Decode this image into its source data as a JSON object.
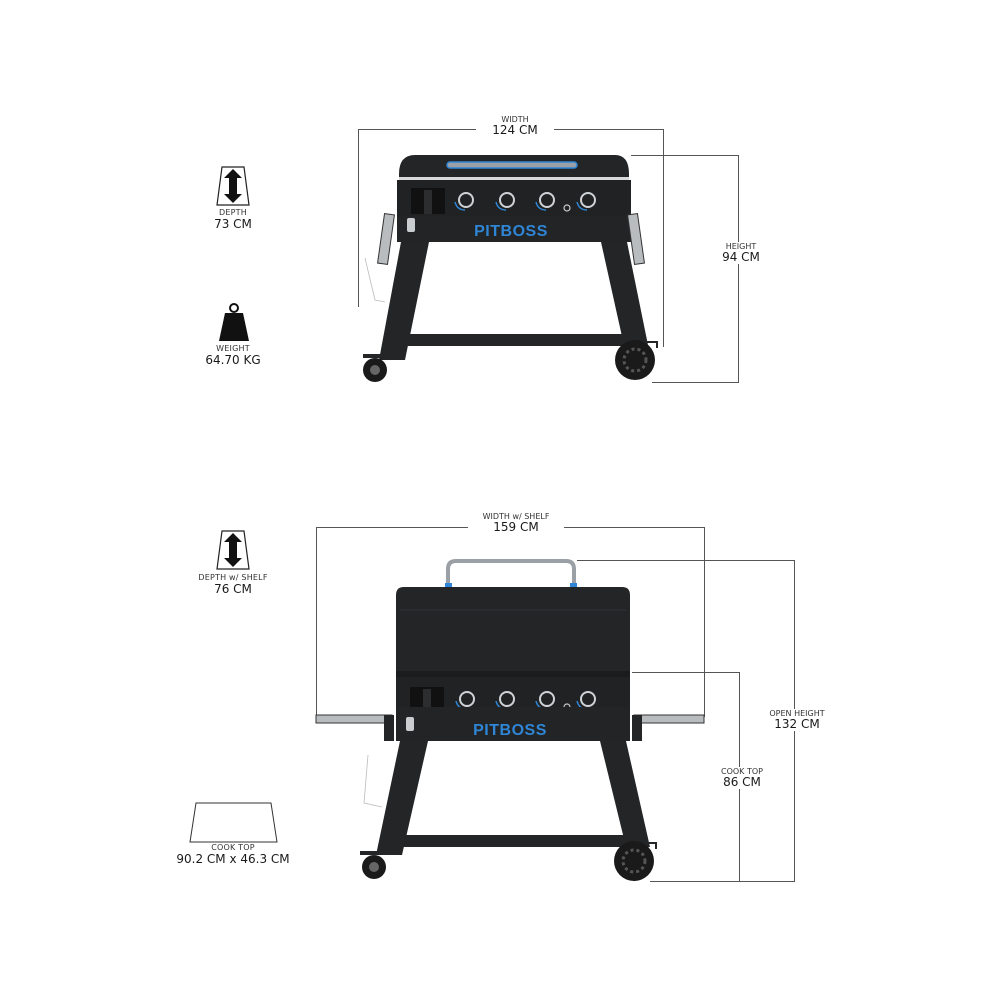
{
  "top_view": {
    "depth": {
      "label": "DEPTH",
      "value": "73 CM",
      "icon": "depth-arrow-icon"
    },
    "weight": {
      "label": "WEIGHT",
      "value": "64.70 KG",
      "icon": "weight-icon"
    },
    "width": {
      "label": "WIDTH",
      "value": "124 CM"
    },
    "height": {
      "label": "HEIGHT",
      "value": "94 CM"
    },
    "brand": "PITBOSS"
  },
  "bottom_view": {
    "depth": {
      "label": "DEPTH w/ SHELF",
      "value": "76 CM",
      "icon": "depth-arrow-icon"
    },
    "cooktop_area": {
      "label": "COOK TOP",
      "value": "90.2 CM x 46.3 CM",
      "icon": "cooktop-outline-icon"
    },
    "width": {
      "label": "WIDTH w/ SHELF",
      "value": "159 CM"
    },
    "open_height": {
      "label": "OPEN HEIGHT",
      "value": "132 CM"
    },
    "cooktop_height": {
      "label": "COOK TOP",
      "value": "86 CM"
    },
    "brand": "PITBOSS"
  },
  "colors": {
    "grill_body": "#232527",
    "brand_blue": "#2f86d6",
    "dimension_line": "#555555",
    "shelf_steel": "#b9bcbf"
  }
}
